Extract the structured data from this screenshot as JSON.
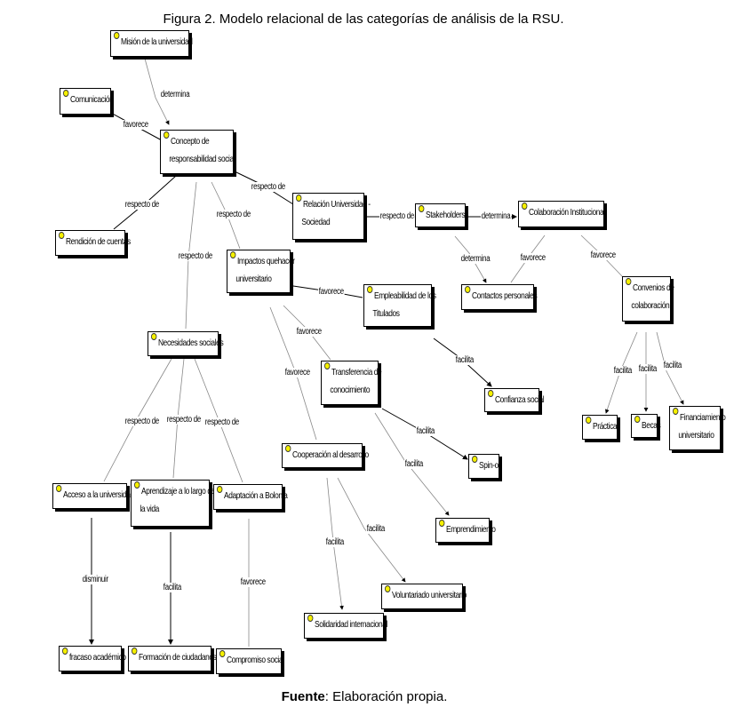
{
  "figure": {
    "title": "Figura 2. Modelo relacional de las categorías de análisis de la RSU.",
    "source_label": "Fuente",
    "source_text": ": Elaboración propia."
  },
  "colors": {
    "node_icon": "#f5f000",
    "edge_dark": "#000000",
    "edge_light": "#888888"
  },
  "nodes": {
    "mision": {
      "lines": [
        "Misión de la universidad"
      ]
    },
    "comunicacion": {
      "lines": [
        "Comunicación"
      ]
    },
    "concepto": {
      "lines": [
        "Concepto de",
        "responsabilidad social"
      ]
    },
    "rendicion": {
      "lines": [
        "Rendición de cuentas"
      ]
    },
    "relacion": {
      "lines": [
        "Relación Universidad -",
        "Sociedad"
      ]
    },
    "stakeholders": {
      "lines": [
        "Stakeholders"
      ]
    },
    "colaboracion": {
      "lines": [
        "Colaboración Institucional"
      ]
    },
    "impactos": {
      "lines": [
        "Impactos quehacer",
        "universitario"
      ]
    },
    "contactos": {
      "lines": [
        "Contactos personales"
      ]
    },
    "convenios": {
      "lines": [
        "Convenios de",
        "colaboración"
      ]
    },
    "empleabilidad": {
      "lines": [
        "Empleabilidad de los",
        "Titulados"
      ]
    },
    "necesidades": {
      "lines": [
        "Necesidades sociales"
      ]
    },
    "transferencia": {
      "lines": [
        "Transferencia de",
        "conocimiento"
      ]
    },
    "confianza": {
      "lines": [
        "Confianza social"
      ]
    },
    "practicas": {
      "lines": [
        "Prácticas"
      ]
    },
    "becas": {
      "lines": [
        "Becas"
      ]
    },
    "financiamiento": {
      "lines": [
        "Financiamiento",
        "universitario"
      ]
    },
    "spinoff": {
      "lines": [
        "Spin-off"
      ]
    },
    "cooperacion": {
      "lines": [
        "Cooperación al desarrollo"
      ]
    },
    "acceso": {
      "lines": [
        "Acceso a la universidad"
      ]
    },
    "aprendizaje": {
      "lines": [
        "Aprendizaje a lo largo de",
        "la vida"
      ]
    },
    "adaptacion": {
      "lines": [
        "Adaptación a Bolonia"
      ]
    },
    "emprendimiento": {
      "lines": [
        "Emprendimiento"
      ]
    },
    "voluntariado": {
      "lines": [
        "Voluntariado universitario"
      ]
    },
    "solidaridad": {
      "lines": [
        "Solidaridad internacional"
      ]
    },
    "fracaso": {
      "lines": [
        "fracaso académico"
      ]
    },
    "formacion": {
      "lines": [
        "Formación de ciudadanos"
      ]
    },
    "compromiso": {
      "lines": [
        "Compromiso social"
      ]
    }
  },
  "edges": [
    {
      "from": "mision",
      "to": "concepto",
      "label": "determina"
    },
    {
      "from": "comunicacion",
      "to": "concepto",
      "label": "favorece"
    },
    {
      "from": "concepto",
      "to": "rendicion",
      "label": "respecto de"
    },
    {
      "from": "concepto",
      "to": "relacion",
      "label": "respecto de"
    },
    {
      "from": "concepto",
      "to": "impactos",
      "label": "respecto de"
    },
    {
      "from": "concepto",
      "to": "necesidades",
      "label": "respecto de"
    },
    {
      "from": "relacion",
      "to": "stakeholders",
      "label": "respecto de"
    },
    {
      "from": "stakeholders",
      "to": "colaboracion",
      "label": "determina"
    },
    {
      "from": "stakeholders",
      "to": "contactos",
      "label": "determina"
    },
    {
      "from": "colaboracion",
      "to": "contactos",
      "label": "favorece"
    },
    {
      "from": "colaboracion",
      "to": "convenios",
      "label": "favorece"
    },
    {
      "from": "impactos",
      "to": "empleabilidad",
      "label": "favorece"
    },
    {
      "from": "impactos",
      "to": "transferencia",
      "label": "favorece"
    },
    {
      "from": "impactos",
      "to": "cooperacion",
      "label": "favorece"
    },
    {
      "from": "empleabilidad",
      "to": "confianza",
      "label": "facilita"
    },
    {
      "from": "convenios",
      "to": "practicas",
      "label": "facilita"
    },
    {
      "from": "convenios",
      "to": "becas",
      "label": "facilita"
    },
    {
      "from": "convenios",
      "to": "financiamiento",
      "label": "facilita"
    },
    {
      "from": "transferencia",
      "to": "spinoff",
      "label": "facilita"
    },
    {
      "from": "transferencia",
      "to": "emprendimiento",
      "label": "facilita"
    },
    {
      "from": "cooperacion",
      "to": "voluntariado",
      "label": "facilita"
    },
    {
      "from": "cooperacion",
      "to": "solidaridad",
      "label": "facilita"
    },
    {
      "from": "necesidades",
      "to": "acceso",
      "label": "respecto de"
    },
    {
      "from": "necesidades",
      "to": "aprendizaje",
      "label": "respecto de"
    },
    {
      "from": "necesidades",
      "to": "adaptacion",
      "label": "respecto de"
    },
    {
      "from": "acceso",
      "to": "fracaso",
      "label": "disminuir"
    },
    {
      "from": "aprendizaje",
      "to": "formacion",
      "label": "facilita"
    },
    {
      "from": "adaptacion",
      "to": "compromiso",
      "label": "favorece"
    }
  ]
}
